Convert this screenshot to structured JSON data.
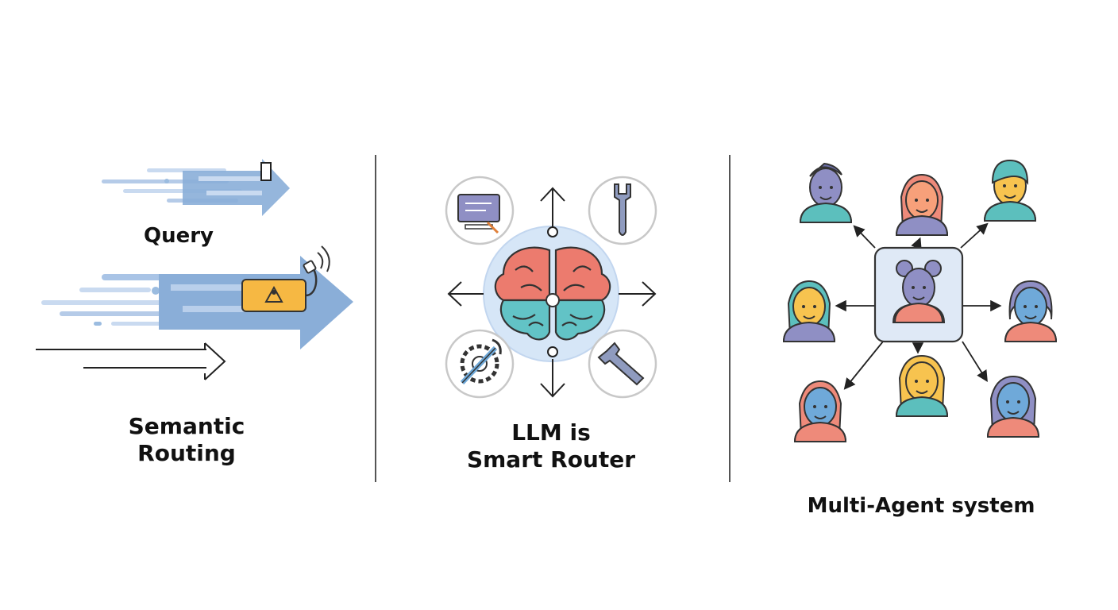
{
  "panels": {
    "routing": {
      "query_label": "Query",
      "title_line1": "Semantic",
      "title_line2": "Routing"
    },
    "router": {
      "title_line1": "LLM is",
      "title_line2": "Smart Router"
    },
    "multi_agent": {
      "title": "Multi-Agent system"
    }
  },
  "icons": {
    "routing": [
      "speed-arrow-icon",
      "rfid-tag-icon",
      "outline-arrow-icon",
      "door-icon"
    ],
    "router": [
      "brain-icon",
      "monitor-icon",
      "wrench-icon",
      "gear-wrench-icon",
      "spanner-icon"
    ],
    "agents": [
      "central-agent-icon",
      "agent-avatar-icon"
    ]
  },
  "colors": {
    "arrow_blue": "#8aaed8",
    "arrow_light": "#c9daf0",
    "tag_orange": "#f6b843",
    "brain_red": "#ec7b6e",
    "brain_teal": "#62c3c6",
    "halo_blue": "#d6e6f7",
    "agent_box": "#dfe9f6",
    "skin_yellow": "#f7c34f",
    "skin_blue": "#6fa9d9",
    "skin_purple": "#8f8fc4",
    "shirt_teal": "#5cbfbd",
    "shirt_salmon": "#ee8a7a",
    "line_dark": "#333333"
  }
}
